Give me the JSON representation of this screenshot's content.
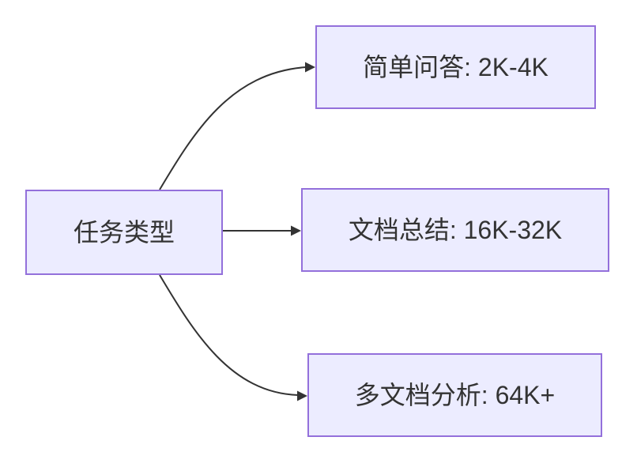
{
  "diagram": {
    "type": "flowchart",
    "direction": "left-to-right",
    "nodes": {
      "root": {
        "id": "task-type",
        "label": "任务类型"
      },
      "branches": [
        {
          "id": "simple-qa",
          "label": "简单问答: 2K-4K"
        },
        {
          "id": "doc-summary",
          "label": "文档总结: 16K-32K"
        },
        {
          "id": "multi-doc",
          "label": "多文档分析: 64K+"
        }
      ]
    },
    "edges": [
      {
        "from": "task-type",
        "to": "simple-qa"
      },
      {
        "from": "task-type",
        "to": "doc-summary"
      },
      {
        "from": "task-type",
        "to": "multi-doc"
      }
    ],
    "colors": {
      "background": "#FFFFFF",
      "node_fill": "#ECECFF",
      "node_border": "#9370DB",
      "edge_stroke": "#333333",
      "text": "#333333"
    }
  }
}
